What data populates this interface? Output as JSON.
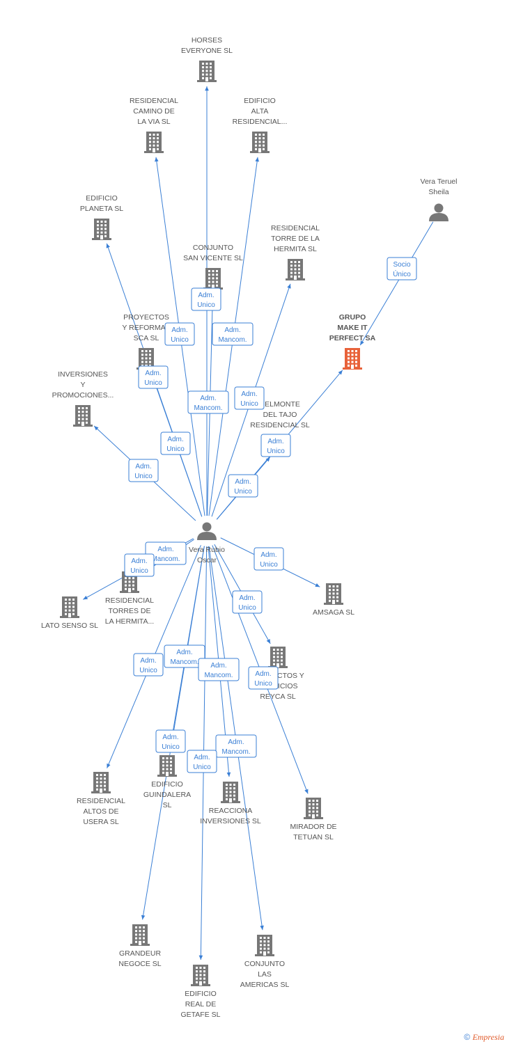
{
  "colors": {
    "edge": "#3a7fd5",
    "company": "#777777",
    "company_focus": "#e8623a",
    "person": "#777777"
  },
  "nodes": [
    {
      "id": "horses",
      "type": "company",
      "lines": [
        "HORSES",
        "EVERYONE SL"
      ]
    },
    {
      "id": "residencial_camino",
      "type": "company",
      "lines": [
        "RESIDENCIAL",
        "CAMINO DE",
        "LA VIA SL"
      ]
    },
    {
      "id": "edificio_alta",
      "type": "company",
      "lines": [
        "EDIFICIO",
        "ALTA",
        "RESIDENCIAL..."
      ]
    },
    {
      "id": "vera_teruel",
      "type": "person",
      "lines": [
        "Vera Teruel",
        "Sheila"
      ]
    },
    {
      "id": "edificio_planeta",
      "type": "company",
      "lines": [
        "EDIFICIO",
        "PLANETA SL"
      ]
    },
    {
      "id": "residencial_torre",
      "type": "company",
      "lines": [
        "RESIDENCIAL",
        "TORRE DE LA",
        "HERMITA SL"
      ]
    },
    {
      "id": "conjunto_san_vicente",
      "type": "company",
      "lines": [
        "CONJUNTO",
        "SAN VICENTE SL"
      ]
    },
    {
      "id": "grupo_make_it",
      "type": "company_focus",
      "lines": [
        "GRUPO",
        "MAKE IT",
        "PERFECT SA"
      ]
    },
    {
      "id": "proyectos_reformas",
      "type": "company",
      "lines": [
        "PROYECTOS",
        "Y REFORMAS",
        "SCA SL"
      ]
    },
    {
      "id": "inversiones_promociones",
      "type": "company",
      "lines": [
        "INVERSIONES",
        "Y",
        "PROMOCIONES..."
      ]
    },
    {
      "id": "belmonte",
      "type": "company",
      "lines": [
        "BELMONTE",
        "DEL TAJO",
        "RESIDENCIAL SL"
      ]
    },
    {
      "id": "vera_rubio",
      "type": "person",
      "lines": [
        "Vera Rubio",
        "Oscar"
      ]
    },
    {
      "id": "residencial_torres",
      "type": "company",
      "lines": [
        "RESIDENCIAL",
        "TORRES DE",
        "LA HERMITA..."
      ]
    },
    {
      "id": "lato_senso",
      "type": "company",
      "lines": [
        "LATO SENSO SL"
      ]
    },
    {
      "id": "amsaga",
      "type": "company",
      "lines": [
        "AMSAGA SL"
      ]
    },
    {
      "id": "servicios_reyca",
      "type": "company",
      "lines": [
        "PROYECTOS Y",
        "SERVICIOS",
        "REYCA SL"
      ]
    },
    {
      "id": "residencial_altos",
      "type": "company",
      "lines": [
        "RESIDENCIAL",
        "ALTOS DE",
        "USERA SL"
      ]
    },
    {
      "id": "edificio_guindalera",
      "type": "company",
      "lines": [
        "EDIFICIO",
        "GUINDALERA",
        "SL"
      ]
    },
    {
      "id": "reacciona",
      "type": "company",
      "lines": [
        "REACCIONA",
        "INVERSIONES SL"
      ]
    },
    {
      "id": "mirador_tetuan",
      "type": "company",
      "lines": [
        "MIRADOR DE",
        "TETUAN SL"
      ]
    },
    {
      "id": "grandeur_negoce",
      "type": "company",
      "lines": [
        "GRANDEUR",
        "NEGOCE SL"
      ]
    },
    {
      "id": "conjunto_americas",
      "type": "company",
      "lines": [
        "CONJUNTO",
        "LAS",
        "AMERICAS SL"
      ]
    },
    {
      "id": "edificio_getafe",
      "type": "company",
      "lines": [
        "EDIFICIO",
        "REAL DE",
        "GETAFE SL"
      ]
    }
  ],
  "edges": [
    {
      "from": "vera_rubio",
      "to": "horses",
      "role": [
        "Adm.",
        "Unico"
      ]
    },
    {
      "from": "vera_rubio",
      "to": "residencial_camino",
      "role": [
        "Adm.",
        "Unico"
      ]
    },
    {
      "from": "vera_rubio",
      "to": "edificio_alta",
      "role": [
        "Adm.",
        "Mancom."
      ]
    },
    {
      "from": "vera_rubio",
      "to": "edificio_planeta",
      "role": [
        "Adm.",
        "Unico"
      ]
    },
    {
      "from": "vera_rubio",
      "to": "conjunto_san_vicente",
      "role": [
        "Adm.",
        "Mancom."
      ]
    },
    {
      "from": "vera_rubio",
      "to": "residencial_torre",
      "role": [
        "Adm.",
        "Unico"
      ]
    },
    {
      "from": "vera_rubio",
      "to": "proyectos_reformas",
      "role": [
        "Adm.",
        "Unico"
      ]
    },
    {
      "from": "vera_rubio",
      "to": "inversiones_promociones",
      "role": [
        "Adm.",
        "Unico"
      ]
    },
    {
      "from": "vera_rubio",
      "to": "belmonte",
      "role": [
        "Adm.",
        "Unico"
      ]
    },
    {
      "from": "vera_rubio",
      "to": "grupo_make_it",
      "role": [
        "Adm.",
        "Unico"
      ]
    },
    {
      "from": "vera_teruel",
      "to": "grupo_make_it",
      "role": [
        "Socio",
        "Único"
      ]
    },
    {
      "from": "vera_rubio",
      "to": "residencial_torres",
      "role": [
        "Adm.",
        "Mancom."
      ]
    },
    {
      "from": "vera_rubio",
      "to": "lato_senso",
      "role": [
        "Adm.",
        "Unico"
      ]
    },
    {
      "from": "vera_rubio",
      "to": "amsaga",
      "role": [
        "Adm.",
        "Unico"
      ]
    },
    {
      "from": "vera_rubio",
      "to": "servicios_reyca",
      "role": [
        "Adm.",
        "Unico"
      ]
    },
    {
      "from": "vera_rubio",
      "to": "residencial_altos",
      "role": [
        "Adm.",
        "Unico"
      ]
    },
    {
      "from": "vera_rubio",
      "to": "edificio_guindalera",
      "role": [
        "Adm.",
        "Unico"
      ]
    },
    {
      "from": "vera_rubio",
      "to": "reacciona",
      "role": [
        "Adm.",
        "Mancom."
      ]
    },
    {
      "from": "vera_rubio",
      "to": "mirador_tetuan",
      "role": [
        "Adm.",
        "Unico"
      ]
    },
    {
      "from": "vera_rubio",
      "to": "grandeur_negoce",
      "role": [
        "Adm.",
        "Mancom."
      ]
    },
    {
      "from": "vera_rubio",
      "to": "conjunto_americas",
      "role": [
        "Adm.",
        "Mancom."
      ]
    },
    {
      "from": "vera_rubio",
      "to": "edificio_getafe",
      "role": [
        "Adm.",
        "Unico"
      ]
    }
  ],
  "footer": {
    "copyright": "©",
    "brand": "Empresia"
  }
}
